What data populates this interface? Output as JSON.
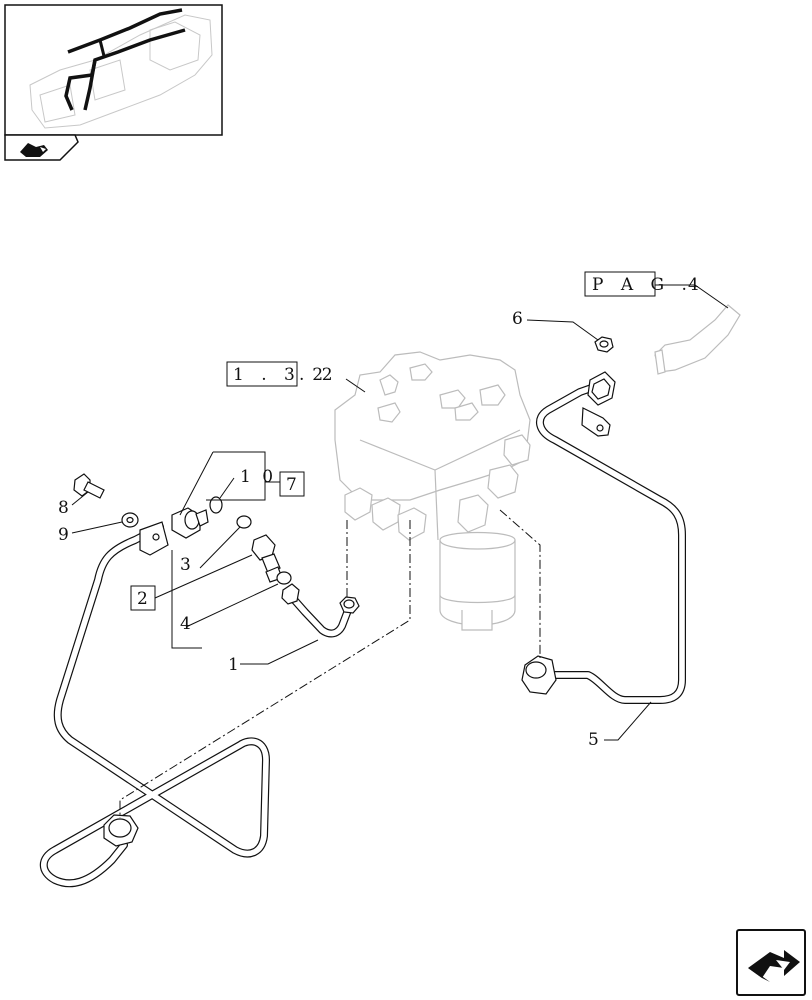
{
  "callouts": {
    "c1": "1",
    "c2": "2",
    "c3": "3",
    "c4": "4",
    "c5": "5",
    "c6": "6",
    "c7": "7",
    "c8": "8",
    "c9": "9",
    "c10": "1 0"
  },
  "refs": {
    "pag_box": "P A G .",
    "pag_num": "4",
    "ref_box": "1 . 3 2",
    "ref_suffix": ". 2"
  },
  "icons": {
    "thumbnail": "tractor-transmission-thumbnail",
    "nav_top": "book-arrow-icon",
    "nav_bottom": "next-page-arrow-icon"
  },
  "colors": {
    "ink": "#111111",
    "ghost": "#bcbcbc",
    "background": "#ffffff"
  }
}
